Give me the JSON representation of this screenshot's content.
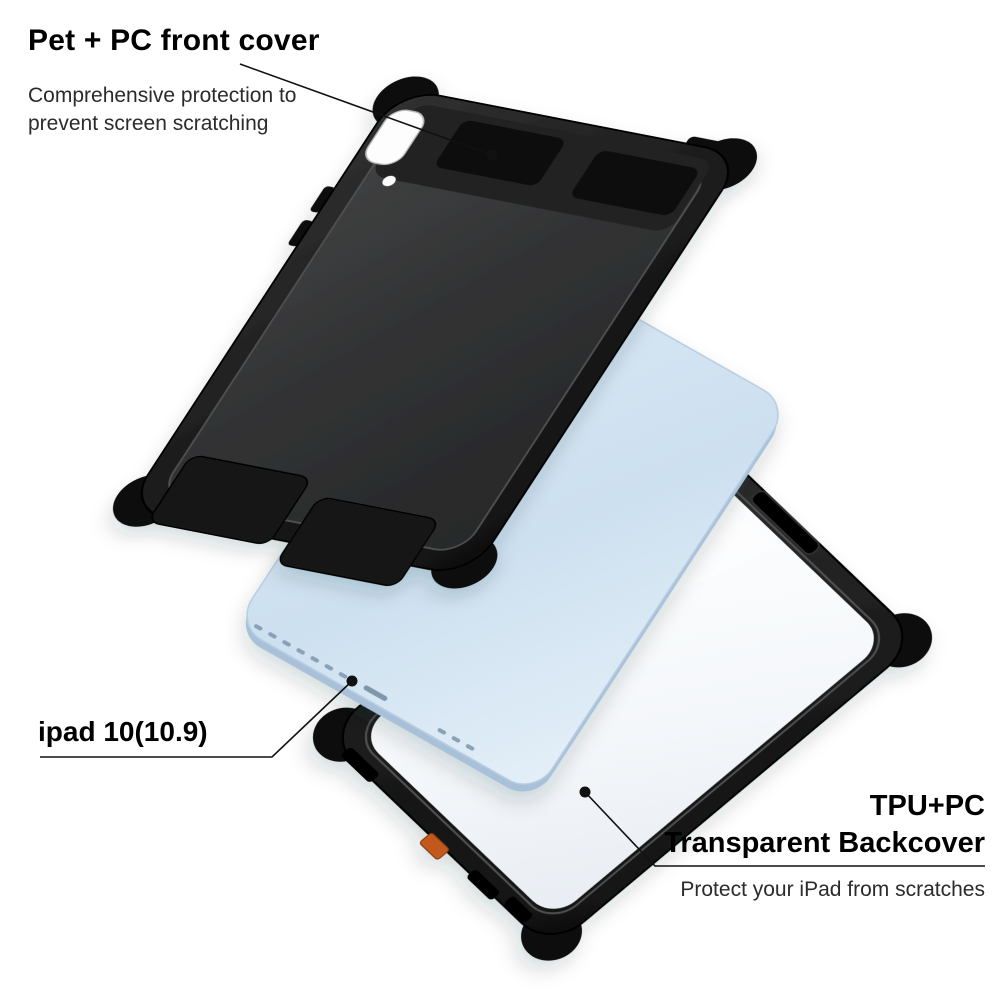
{
  "colors": {
    "background": "#ffffff",
    "case_black": "#161616",
    "ipad_blue": "#cfe0f0",
    "accent_orange": "#c2591f",
    "callout": "#111111"
  },
  "callouts": {
    "front_cover": {
      "title": "Pet + PC front cover",
      "description": "Comprehensive protection to prevent screen scratching"
    },
    "ipad": {
      "label": "ipad 10(10.9)"
    },
    "back_cover": {
      "title_line1": "TPU+PC",
      "title_line2": "Transparent Backcover",
      "description": "Protect your iPad from scratches"
    }
  }
}
